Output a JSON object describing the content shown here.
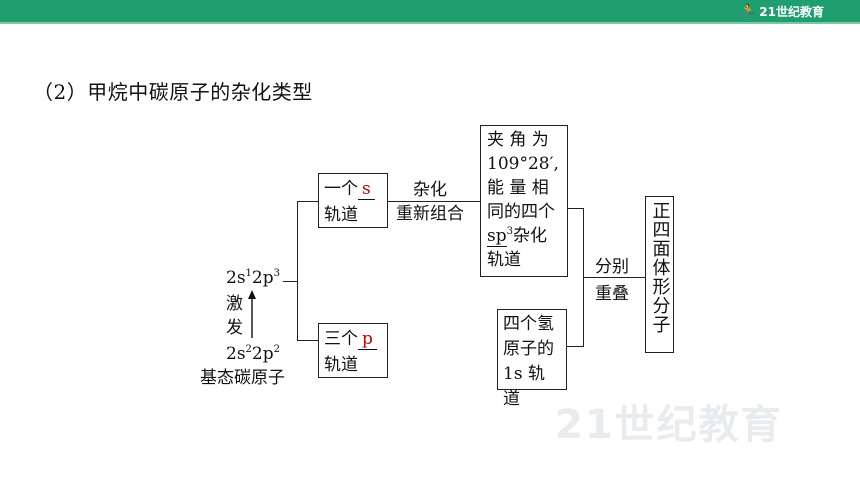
{
  "header": {
    "brand": "21世纪教育"
  },
  "title": "（2）甲烷中碳原子的杂化类型",
  "diagram": {
    "ground_config_top": "2s",
    "ground_sup1": "1",
    "ground_mid": "2p",
    "ground_sup2": "3",
    "excite_char1": "激",
    "excite_char2": "发",
    "ground_bottom_a": "2s",
    "ground_bottom_sup1": "2",
    "ground_bottom_b": "2p",
    "ground_bottom_sup2": "2",
    "ground_label": "基态碳原子",
    "box_s_prefix": "一个",
    "box_s_answer": "s",
    "box_s_suffix": "轨道",
    "box_p_prefix": "三个",
    "box_p_answer": "p",
    "box_p_suffix": "轨道",
    "hybrid_label_1": "杂化",
    "hybrid_label_2": "重新组合",
    "result_line1": "夹 角 为",
    "result_line2": "109°28′,",
    "result_line3": "能 量 相",
    "result_line4": "同的四个",
    "result_sp": "sp",
    "result_sp_sup": "3",
    "result_line5_rest": "杂化",
    "result_line6": "轨道",
    "h_line1": "四个氢",
    "h_line2": "原子的",
    "h_line3": "1s 轨道",
    "overlap_label_1": "分别",
    "overlap_label_2": "重叠",
    "final_shape": "正四面体形分子"
  },
  "watermark": "21世纪教育"
}
